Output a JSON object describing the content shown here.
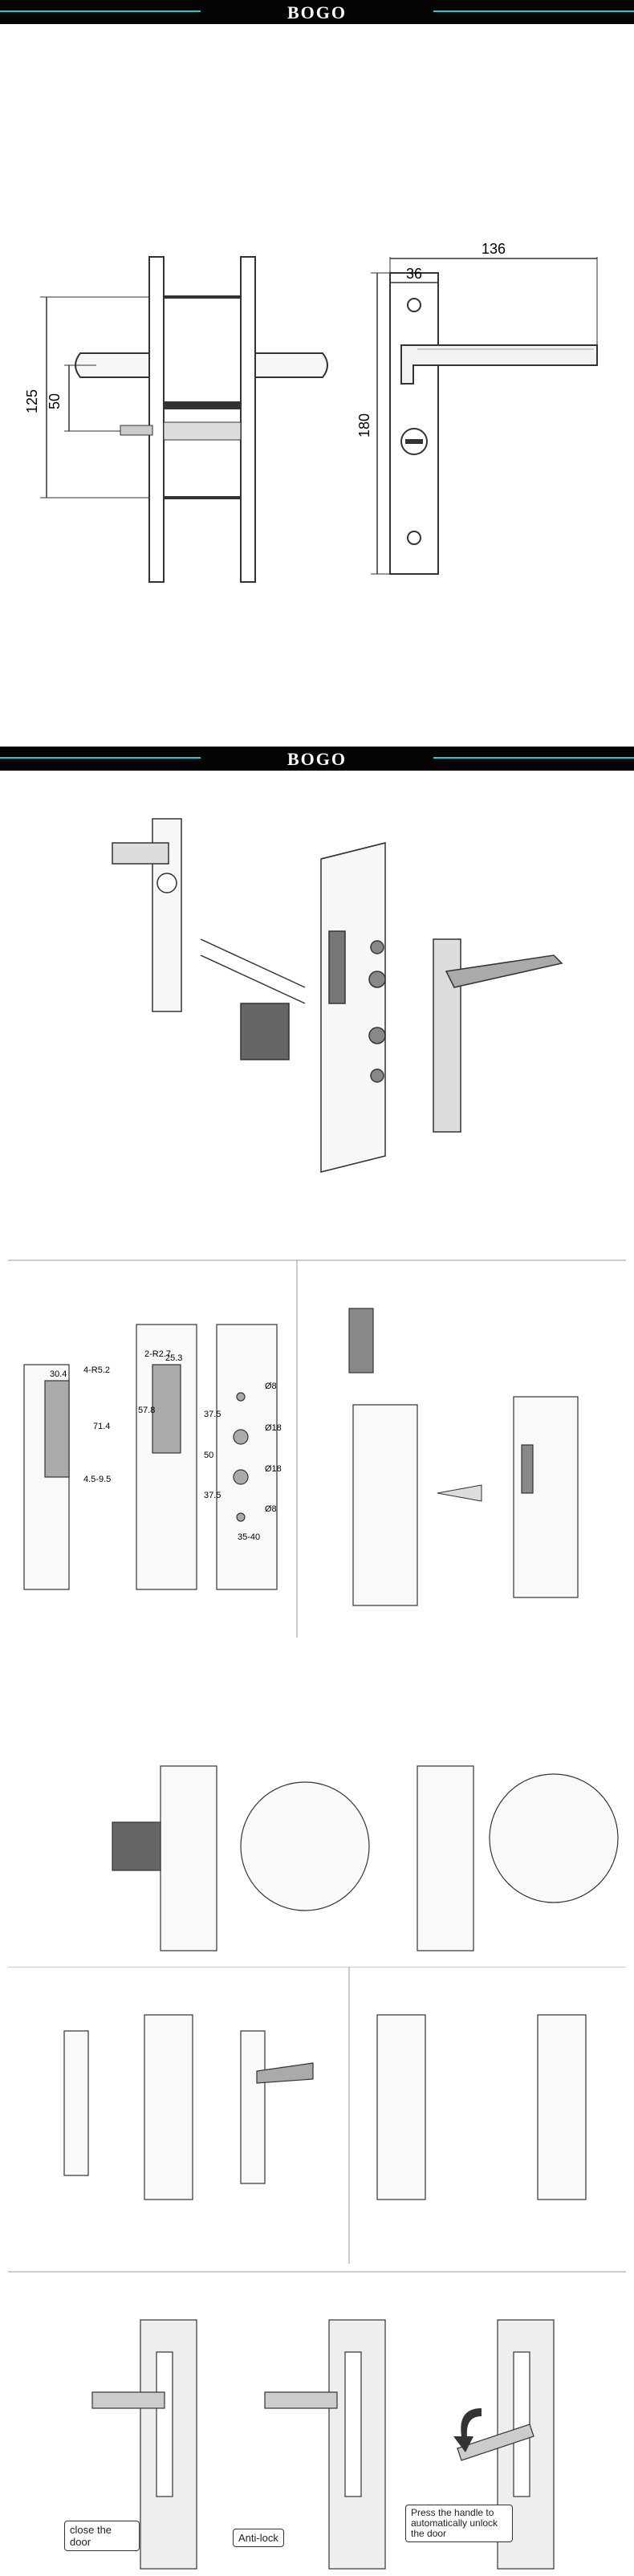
{
  "brand": {
    "logo_text": "BOGO"
  },
  "dimensions": {
    "handle_spacing": "125",
    "spindle_offset": "50",
    "total_width": "136",
    "backset": "36",
    "plate_height": "180"
  },
  "hole_spec": {
    "a": "30.4",
    "b": "4-R5.2",
    "c": "71.4",
    "d": "4.5-9.5",
    "e": "2-R2.7",
    "f": "25.3",
    "g": "57.8",
    "h": "37.5",
    "i": "50",
    "j": "37.5",
    "k": "35-40",
    "dia1": "Ø8",
    "dia2": "Ø18",
    "dia3": "Ø18",
    "dia4": "Ø8"
  },
  "steps": {
    "close_label": "close the door",
    "antilock_label": "Anti-lock",
    "unlock_label": "Press the handle to automatically unlock the door"
  },
  "colors": {
    "banner": "#050505",
    "accent": "#21c9d4",
    "line": "#333333"
  }
}
